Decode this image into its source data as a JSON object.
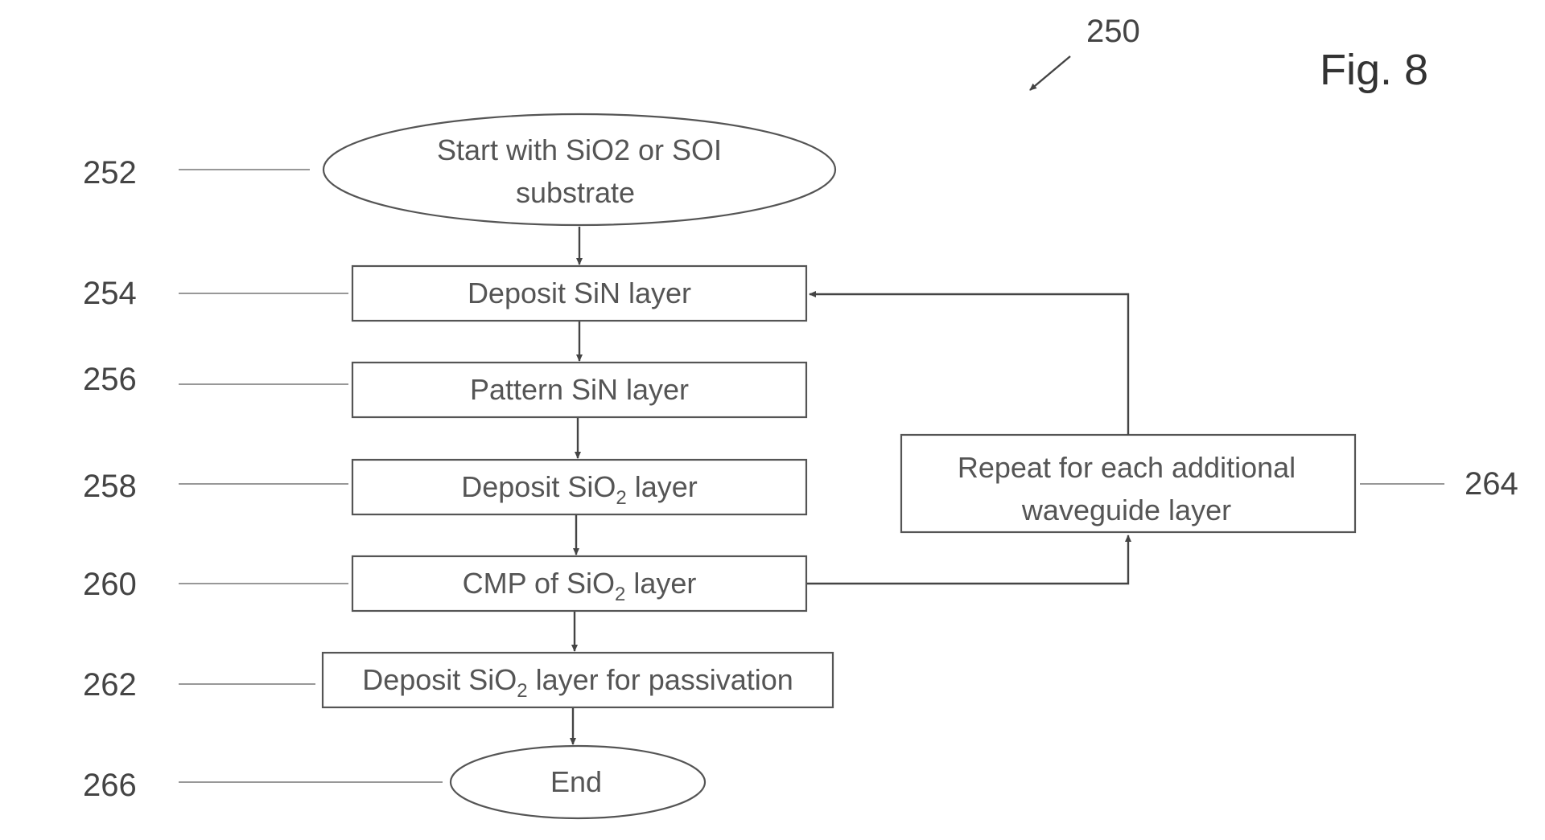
{
  "figure": {
    "label": "Fig. 8",
    "reference": "250"
  },
  "nodes": {
    "start": {
      "ref": "252",
      "line1": "Start with SiO2 or SOI",
      "line2": "substrate"
    },
    "deposit_sin": {
      "ref": "254",
      "text": "Deposit SiN layer"
    },
    "pattern_sin": {
      "ref": "256",
      "text": "Pattern SiN layer"
    },
    "deposit_sio2": {
      "ref": "258",
      "pre": "Deposit SiO",
      "sub": "2",
      "post": " layer"
    },
    "cmp_sio2": {
      "ref": "260",
      "pre": "CMP of SiO",
      "sub": "2",
      "post": " layer"
    },
    "passivation": {
      "ref": "262",
      "pre": "Deposit SiO",
      "sub": "2",
      "post": " layer for passivation"
    },
    "repeat": {
      "ref": "264",
      "line1": "Repeat for each additional",
      "line2": "waveguide layer"
    },
    "end": {
      "ref": "266",
      "text": "End"
    }
  },
  "colors": {
    "stroke": "#555555",
    "text": "#555555",
    "background": "#ffffff"
  }
}
